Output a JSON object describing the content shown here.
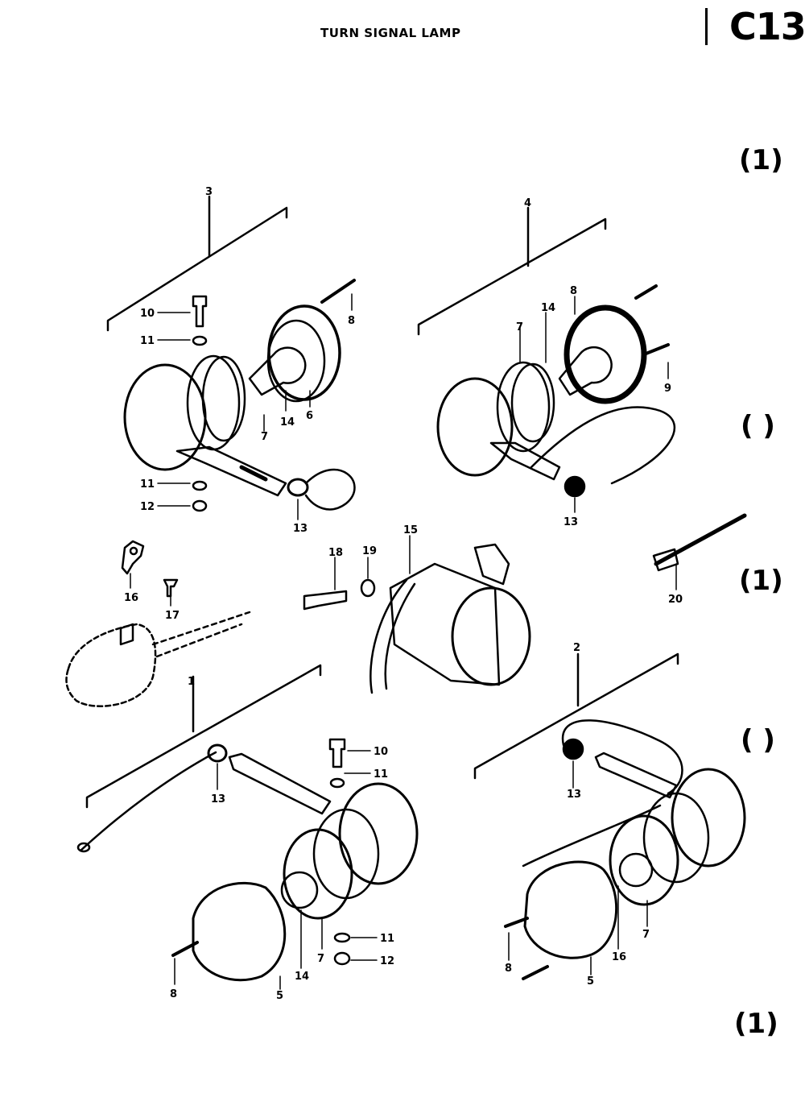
{
  "header": {
    "title": "TURN SIGNAL LAMP",
    "code": "C13"
  },
  "assemblies": [
    {
      "ref": "3",
      "parts": [
        "10",
        "11",
        "8",
        "7",
        "14",
        "6",
        "11",
        "12",
        "13"
      ]
    },
    {
      "ref": "4",
      "parts": [
        "8",
        "14",
        "7",
        "9",
        "13"
      ]
    },
    {
      "ref": "1",
      "parts": [
        "13",
        "10",
        "11",
        "11",
        "12",
        "8",
        "5",
        "14",
        "7"
      ]
    },
    {
      "ref": "2",
      "parts": [
        "13",
        "8",
        "5",
        "16",
        "7"
      ]
    }
  ],
  "loose_parts": [
    "16",
    "17",
    "18",
    "19",
    "15",
    "20"
  ],
  "margin_marks": [
    "(1)",
    "( )",
    "(1)",
    "( )",
    "(1)"
  ]
}
